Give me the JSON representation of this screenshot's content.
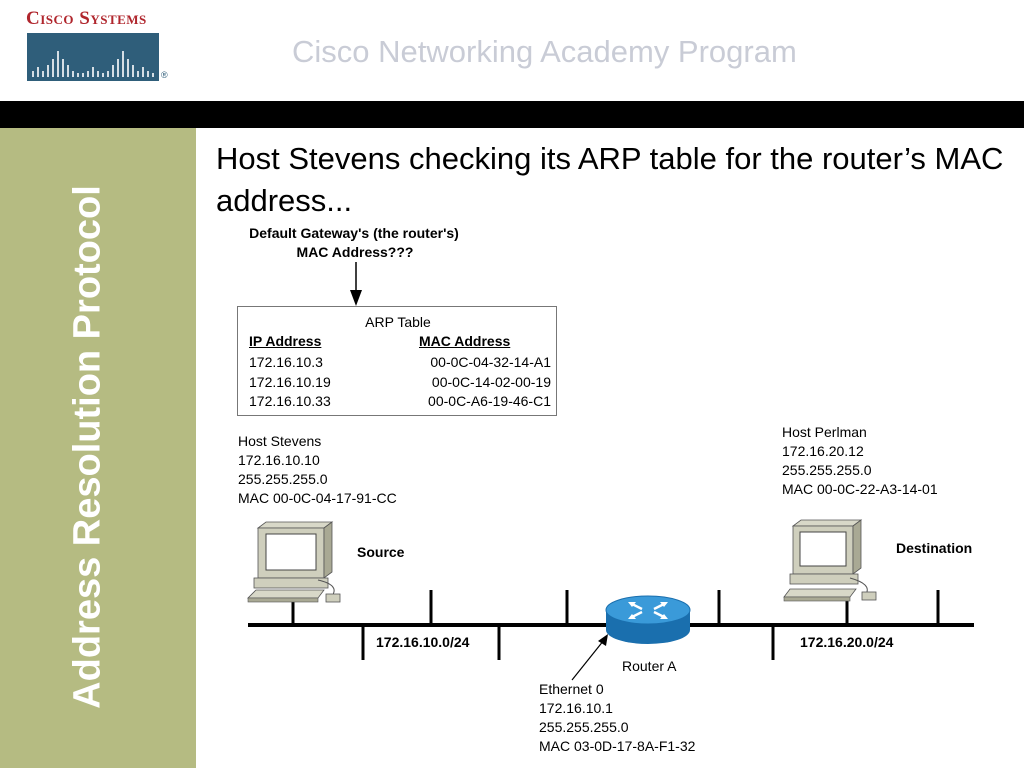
{
  "header": {
    "logo_text": "Cisco Systems",
    "program_title": "Cisco Networking Academy Program"
  },
  "sidebar": {
    "title": "Address Resolution Protocol"
  },
  "slide": {
    "title": "Host Stevens checking its ARP table for the router’s MAC address..."
  },
  "callout": {
    "line1": "Default Gateway's (the router's)",
    "line2": "MAC Address???"
  },
  "arp_table": {
    "title": "ARP Table",
    "headers": [
      "IP Address",
      "MAC Address"
    ],
    "rows": [
      [
        "172.16.10.3",
        "00-0C-04-32-14-A1"
      ],
      [
        "172.16.10.19",
        "00-0C-14-02-00-19"
      ],
      [
        "172.16.10.33",
        "00-0C-A6-19-46-C1"
      ]
    ]
  },
  "host_stevens": {
    "name": "Host Stevens",
    "ip": "172.16.10.10",
    "mask": "255.255.255.0",
    "mac": "MAC 00-0C-04-17-91-CC",
    "role": "Source"
  },
  "host_perlman": {
    "name": "Host Perlman",
    "ip": "172.16.20.12",
    "mask": "255.255.255.0",
    "mac": "MAC 00-0C-22-A3-14-01",
    "role": "Destination"
  },
  "networks": {
    "left": "172.16.10.0/24",
    "right": "172.16.20.0/24"
  },
  "router": {
    "name": "Router A",
    "interface": "Ethernet 0",
    "ip": "172.16.10.1",
    "mask": "255.255.255.0",
    "mac": "MAC 03-0D-17-8A-F1-32"
  },
  "colors": {
    "sidebar": "#b5bb82",
    "logo_red": "#b0262d",
    "logo_blue": "#2f5e7a",
    "router_blue": "#1f7fc4"
  }
}
